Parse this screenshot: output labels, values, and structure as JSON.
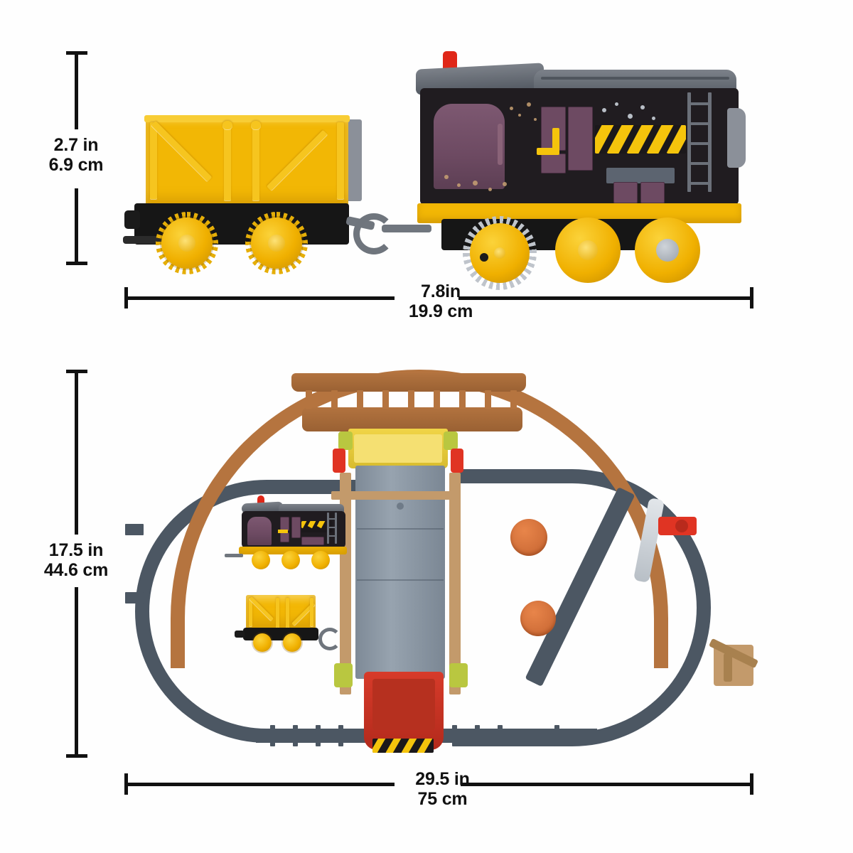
{
  "page": {
    "background_color": "#ffffff",
    "title": "Toy train set product dimensions"
  },
  "dimensions": {
    "top_product": {
      "height": {
        "inches": "2.7 in",
        "cm": "6.9 cm"
      },
      "width": {
        "inches": "7.8in",
        "cm": "19.9 cm"
      }
    },
    "bottom_product": {
      "height": {
        "inches": "17.5 in",
        "cm": "44.6 cm"
      },
      "width": {
        "inches": "29.5 in",
        "cm": "75 cm"
      }
    }
  },
  "colors": {
    "line": "#111111",
    "cargo_yellow": "#f2b705",
    "loco_black": "#201c20",
    "loco_purple": "#6d4a62",
    "hazard_yellow": "#f5c40c",
    "roof_grey": "#6b7079",
    "track_grey": "#4c5763",
    "track_brown": "#b5743f",
    "cargo_disc_orange": "#d2703a",
    "chute_red": "#d73b2a",
    "tower_grey": "#8d99a6",
    "hopper_yellow": "#e9cd3c",
    "buffer_tan": "#c39a6b",
    "red_button": "#e02718"
  },
  "top_scene": {
    "name": "Diesel engine with yellow cargo car, side view",
    "parts": [
      {
        "id": "cargo-wagon",
        "label": "Yellow cargo wagon"
      },
      {
        "id": "coupling-hook",
        "label": "Coupling hook"
      },
      {
        "id": "diesel-locomotive",
        "label": "Diesel locomotive"
      },
      {
        "id": "red-button",
        "label": "Red top button"
      }
    ]
  },
  "bottom_scene": {
    "name": "Oval track playset with cargo drop tower, top view",
    "parts": [
      {
        "id": "brown-elevated-track",
        "label": "Brown elevated bridge track"
      },
      {
        "id": "grey-oval-track",
        "label": "Grey oval track"
      },
      {
        "id": "cargo-tower",
        "label": "Grey cargo drop tower"
      },
      {
        "id": "yellow-hopper",
        "label": "Yellow hopper bucket"
      },
      {
        "id": "red-chute",
        "label": "Red unloading chute"
      },
      {
        "id": "track-switch",
        "label": "Track switch with lever"
      },
      {
        "id": "buffer-stop",
        "label": "Tan buffer stop"
      },
      {
        "id": "cargo-disc-1",
        "label": "Orange cargo disc"
      },
      {
        "id": "cargo-disc-2",
        "label": "Orange cargo disc"
      },
      {
        "id": "playset-locomotive",
        "label": "Diesel locomotive"
      },
      {
        "id": "playset-wagon",
        "label": "Yellow cargo wagon"
      }
    ]
  }
}
